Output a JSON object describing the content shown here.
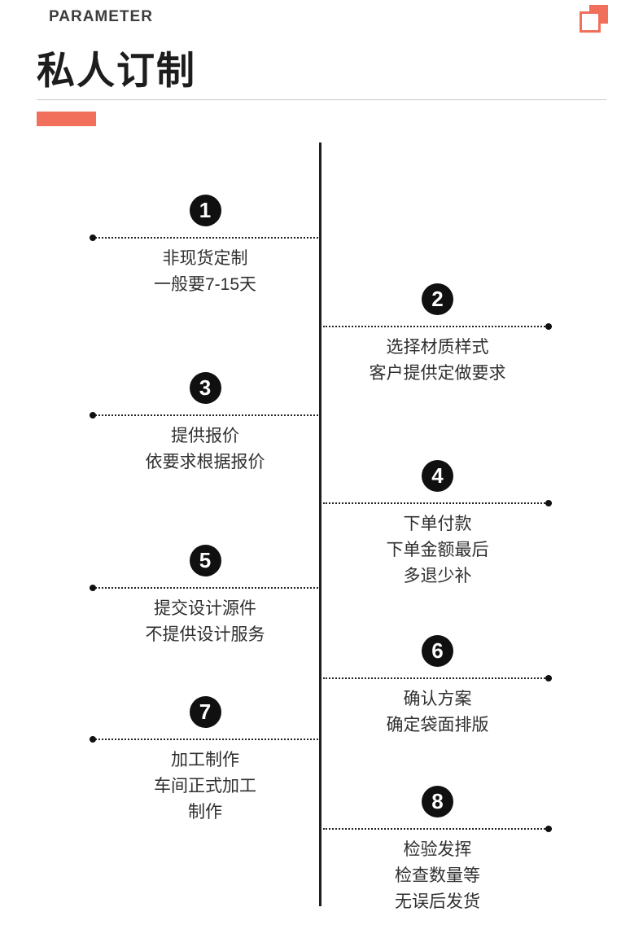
{
  "page": {
    "eyebrow": "PARAMETER",
    "title": "私人订制"
  },
  "colors": {
    "accent": "#f1705b",
    "ink": "#1d1d1d",
    "text": "#303030",
    "rule": "#c9c9c9"
  },
  "icons": {
    "corner_icon": "overlapping-squares-icon"
  },
  "steps": [
    {
      "num": "1",
      "side": "left",
      "lines": [
        "非现货定制",
        "一般要7-15天"
      ]
    },
    {
      "num": "2",
      "side": "right",
      "lines": [
        "选择材质样式",
        "客户提供定做要求"
      ]
    },
    {
      "num": "3",
      "side": "left",
      "lines": [
        "提供报价",
        "依要求根据报价"
      ]
    },
    {
      "num": "4",
      "side": "right",
      "lines": [
        "下单付款",
        "下单金额最后",
        "多退少补"
      ]
    },
    {
      "num": "5",
      "side": "left",
      "lines": [
        "提交设计源件",
        "不提供设计服务"
      ]
    },
    {
      "num": "6",
      "side": "right",
      "lines": [
        "确认方案",
        "确定袋面排版"
      ]
    },
    {
      "num": "7",
      "side": "left",
      "lines": [
        "加工制作",
        "车间正式加工",
        "制作"
      ]
    },
    {
      "num": "8",
      "side": "right",
      "lines": [
        "检验发挥",
        "检查数量等",
        "无误后发货"
      ]
    }
  ]
}
